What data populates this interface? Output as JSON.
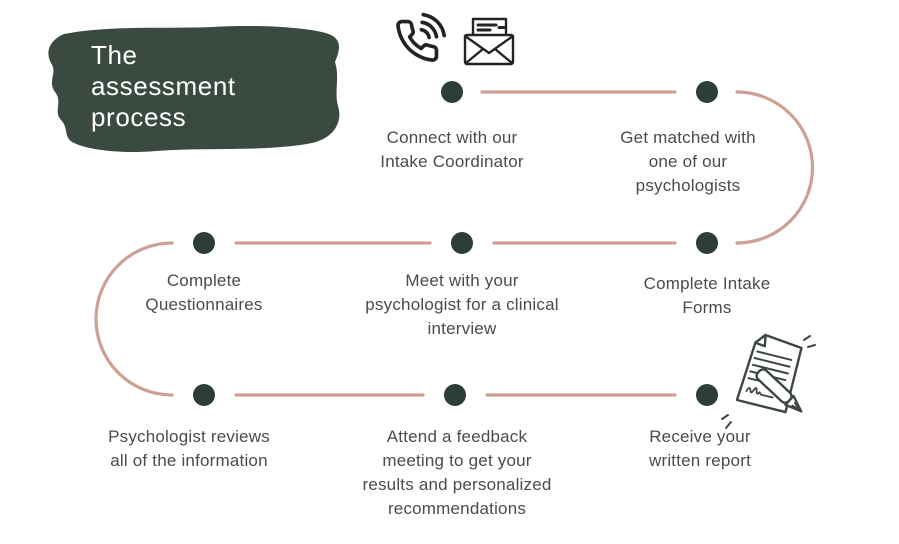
{
  "diagram": {
    "title": "The\nassessment\nprocess",
    "steps": [
      {
        "label": "Connect with our\nIntake Coordinator"
      },
      {
        "label": "Get matched with\none of our\npsychologists"
      },
      {
        "label": "Complete\nQuestionnaires"
      },
      {
        "label": "Meet with your\npsychologist for a clinical\ninterview"
      },
      {
        "label": "Complete Intake\nForms"
      },
      {
        "label": "Psychologist reviews\nall of the information"
      },
      {
        "label": "Attend a feedback\nmeeting to get your\nresults and personalized\nrecommendations"
      },
      {
        "label": "Receive your\nwritten report"
      }
    ],
    "icons": [
      {
        "name": "phone-ringing-icon"
      },
      {
        "name": "open-envelope-icon"
      },
      {
        "name": "signed-report-pen-icon"
      }
    ],
    "colors": {
      "title_blob": "#3b4a41",
      "title_text": "#ffffff",
      "connector_line": "#cda093",
      "step_dot": "#2d3e36",
      "label_text": "#484c4b",
      "icon_stroke": "#20261f"
    }
  }
}
